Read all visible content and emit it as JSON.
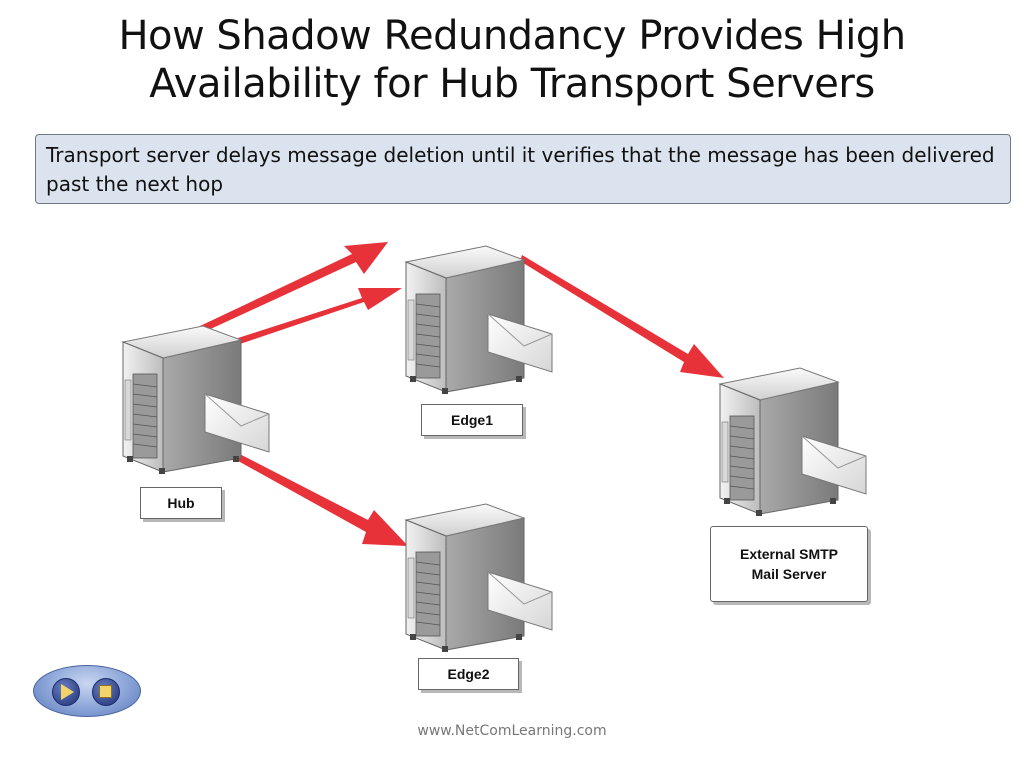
{
  "slide": {
    "title_line1": "How Shadow Redundancy Provides High",
    "title_line2": "Availability for Hub Transport Servers",
    "callout": "Transport server delays message deletion until it verifies that the message has been delivered past the next hop",
    "footer": "www.NetComLearning.com"
  },
  "servers": {
    "hub": "Hub",
    "edge1": "Edge1",
    "edge2": "Edge2",
    "external": "External SMTP\nMail Server"
  },
  "colors": {
    "arrow": "#e8323a",
    "callout_bg": "#dbe4ee",
    "nav_accent": "#f3d36b"
  },
  "icons": {
    "server": "server-tower-icon",
    "message": "envelope-icon",
    "play": "play-icon",
    "stop": "stop-icon"
  }
}
